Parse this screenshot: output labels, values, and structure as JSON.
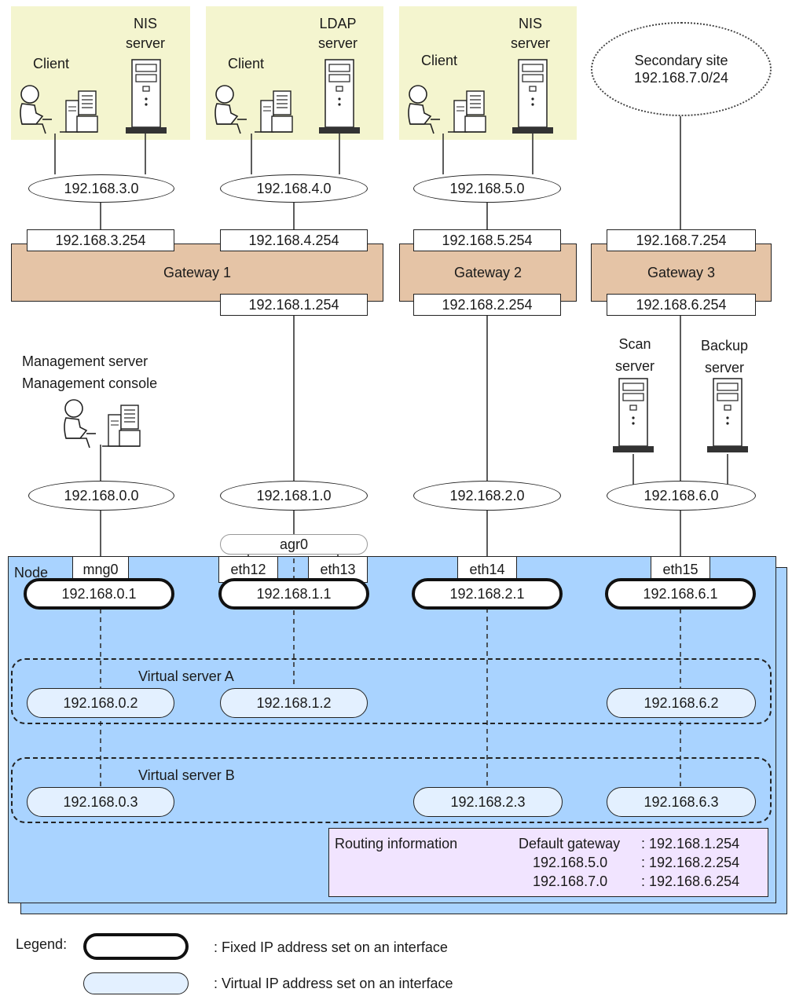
{
  "sites": [
    {
      "client": "Client",
      "server": "NIS\nserver"
    },
    {
      "client": "Client",
      "server": "LDAP\nserver"
    },
    {
      "client": "Client",
      "server": "NIS\nserver"
    }
  ],
  "secondary_site": "Secondary site\n192.168.7.0/24",
  "networks_top": [
    "192.168.3.0",
    "192.168.4.0",
    "192.168.5.0"
  ],
  "gateways": {
    "g1": {
      "label": "Gateway 1",
      "ifaces": [
        "192.168.3.254",
        "192.168.4.254",
        "192.168.1.254"
      ]
    },
    "g2": {
      "label": "Gateway 2",
      "ifaces": [
        "192.168.5.254",
        "192.168.2.254"
      ]
    },
    "g3": {
      "label": "Gateway 3",
      "ifaces": [
        "192.168.7.254",
        "192.168.6.254"
      ]
    }
  },
  "mgmt_label": "Management server\nManagement console",
  "scan_label": "Scan\nserver",
  "backup_label": "Backup\nserver",
  "networks_bottom": [
    "192.168.0.0",
    "192.168.1.0",
    "192.168.2.0",
    "192.168.6.0"
  ],
  "node": {
    "label": "Node",
    "agr": "agr0",
    "ports": [
      "mng0",
      "eth12",
      "eth13",
      "eth14",
      "eth15"
    ],
    "fixed_ips": [
      "192.168.0.1",
      "192.168.1.1",
      "192.168.2.1",
      "192.168.6.1"
    ],
    "vs_a": {
      "label": "Virtual server A",
      "ips": [
        "192.168.0.2",
        "192.168.1.2",
        "192.168.6.2"
      ]
    },
    "vs_b": {
      "label": "Virtual server B",
      "ips": [
        "192.168.0.3",
        "192.168.2.3",
        "192.168.6.3"
      ]
    }
  },
  "routing": {
    "title": "Routing information",
    "rows": [
      {
        "dest": "Default gateway",
        "gw": ": 192.168.1.254"
      },
      {
        "dest": "192.168.5.0",
        "gw": ": 192.168.2.254"
      },
      {
        "dest": "192.168.7.0",
        "gw": ": 192.168.6.254"
      }
    ]
  },
  "legend": {
    "title": "Legend:",
    "fixed": ": Fixed IP address set on an interface",
    "virtual": ": Virtual IP address set on an interface"
  },
  "colors": {
    "site_bg": "#f4f5cf",
    "gateway": "#e5c4a6",
    "node": "#a9d3ff",
    "virtual_ip": "#e3f0ff",
    "routing_bg": "#f1e4ff"
  }
}
